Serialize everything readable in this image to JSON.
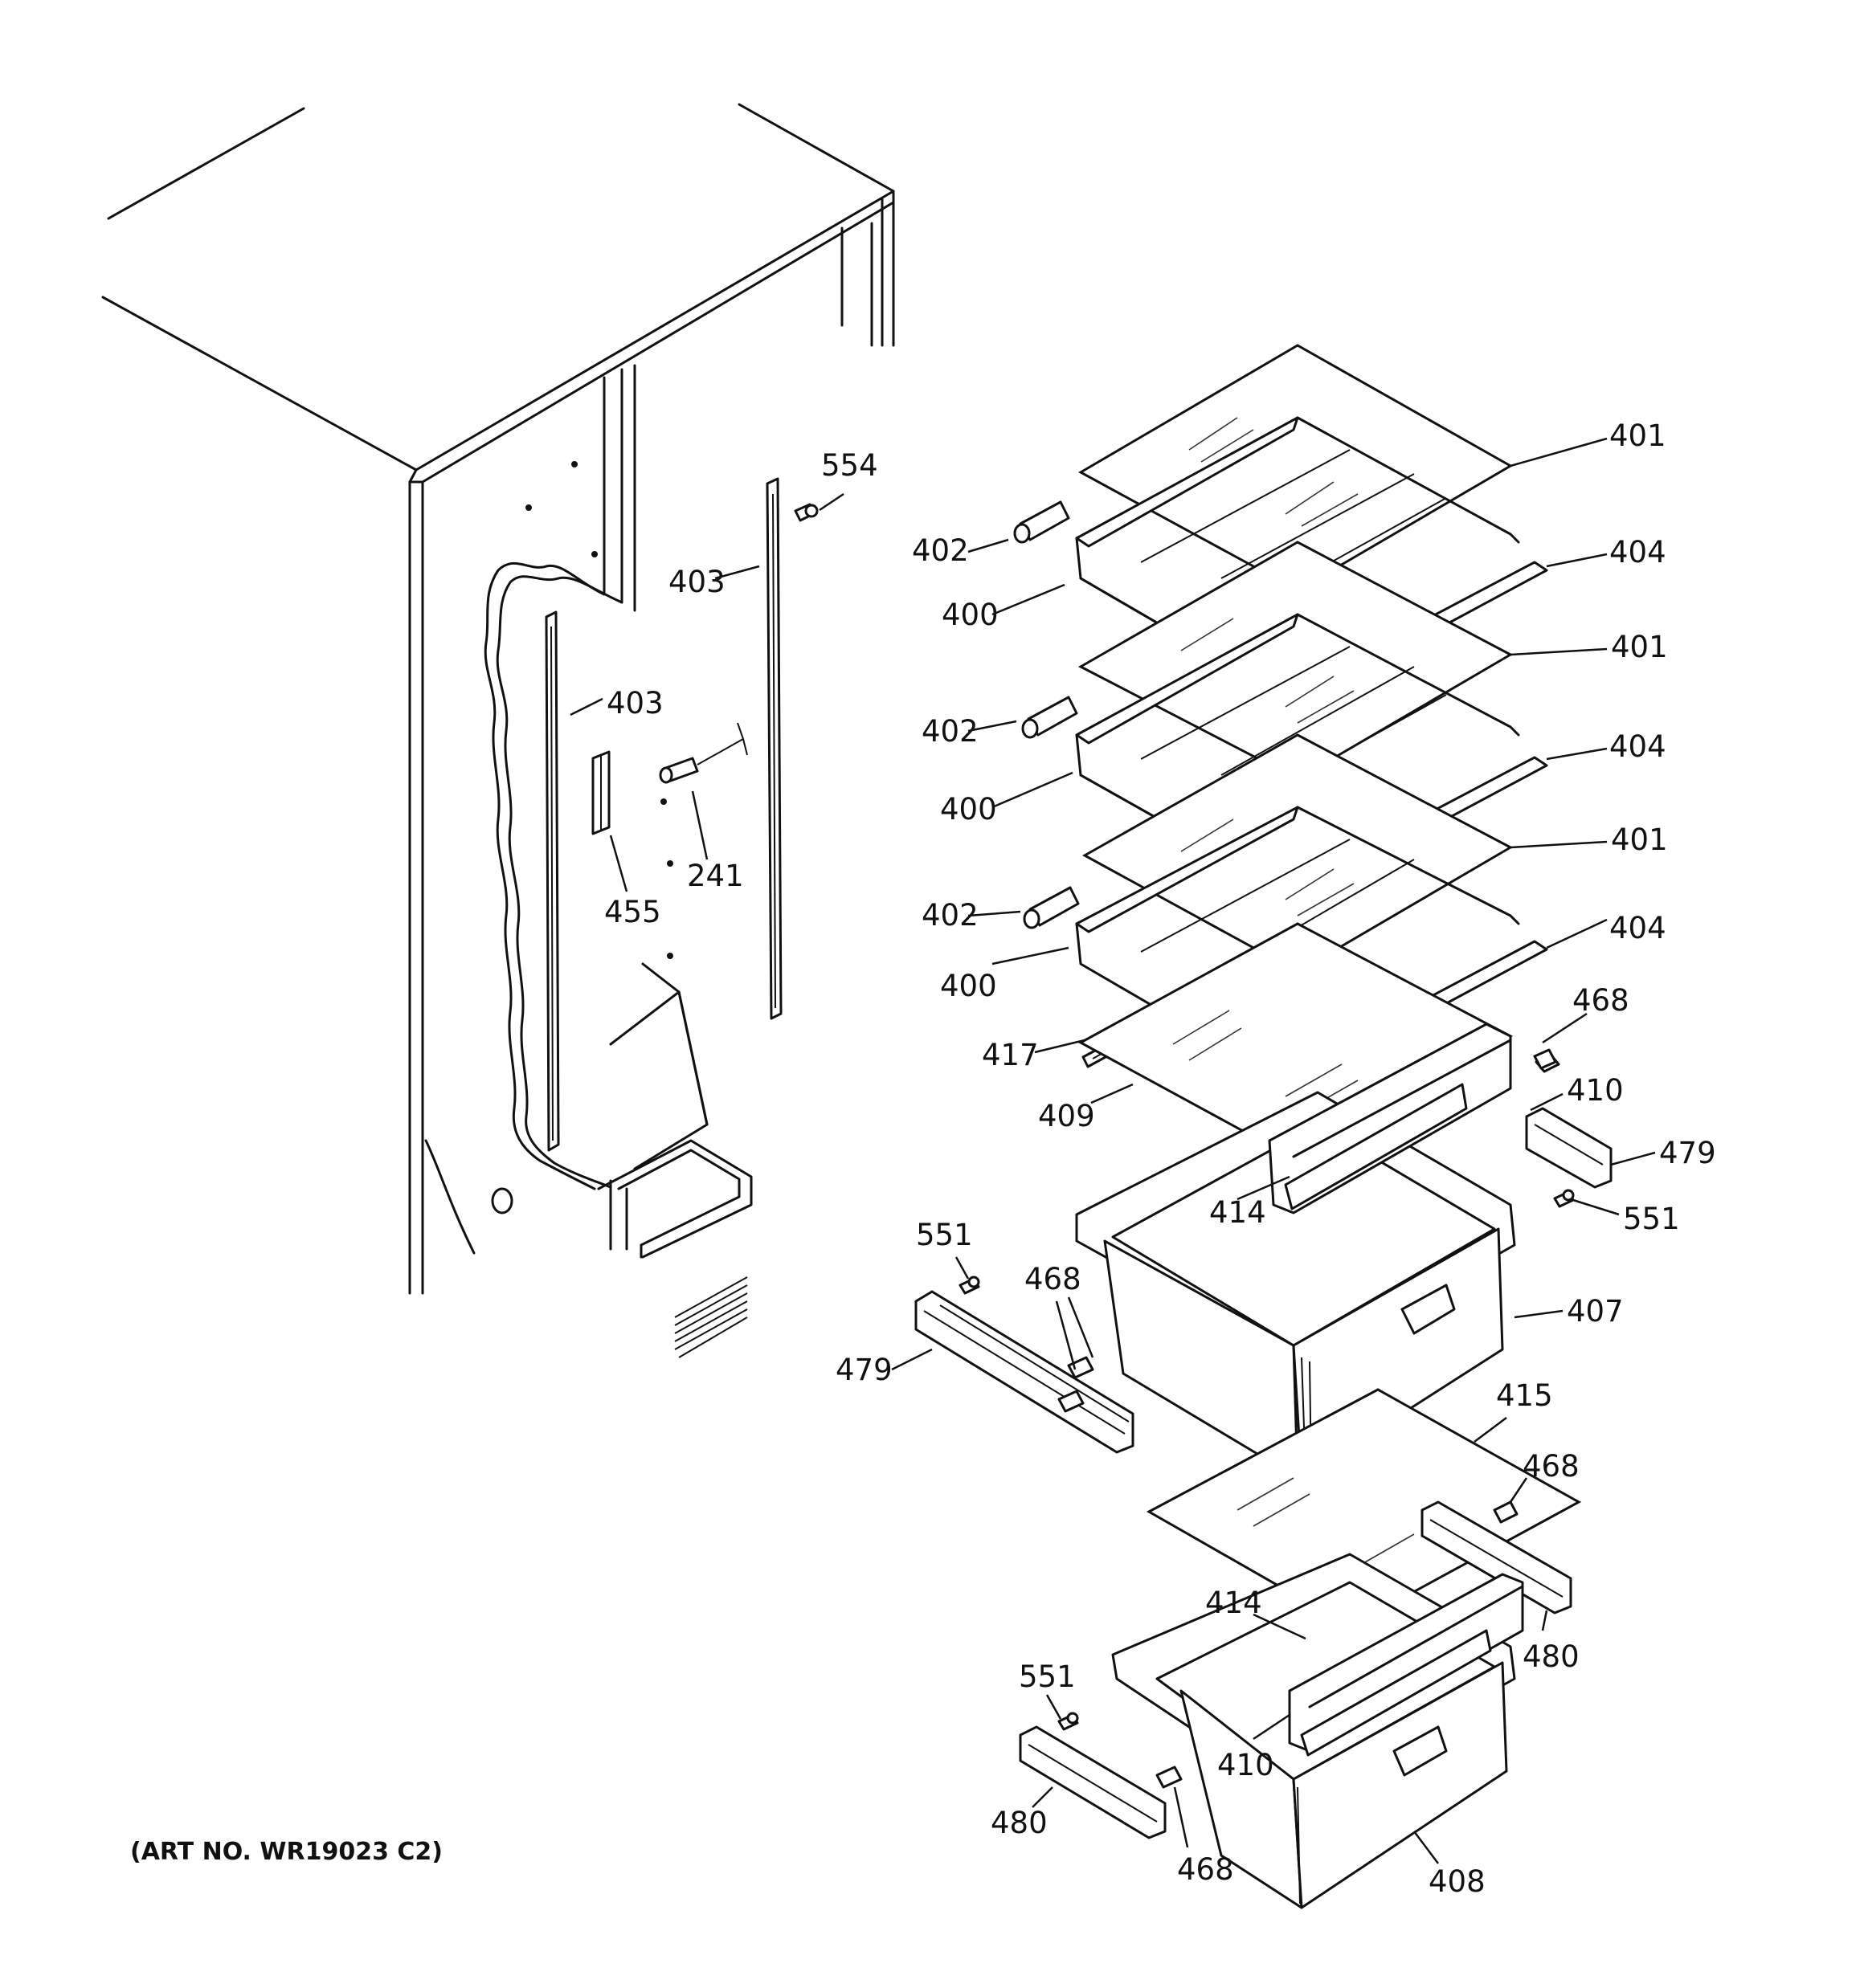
{
  "art_number": "(ART NO. WR19023 C2)",
  "callouts": {
    "c401a": "401",
    "c402a": "402",
    "c404a": "404",
    "c400a": "400",
    "c401b": "401",
    "c402b": "402",
    "c404b": "404",
    "c400b": "400",
    "c401c": "401",
    "c402c": "402",
    "c404c": "404",
    "c400c": "400",
    "c554": "554",
    "c403a": "403",
    "c403b": "403",
    "c241": "241",
    "c455": "455",
    "c468a": "468",
    "c417": "417",
    "c409": "409",
    "c410a": "410",
    "c479a": "479",
    "c414a": "414",
    "c551a": "551",
    "c551b": "551",
    "c468b": "468",
    "c479b": "479",
    "c407": "407",
    "c415": "415",
    "c468c": "468",
    "c414b": "414",
    "c480a": "480",
    "c551c": "551",
    "c410b": "410",
    "c480b": "480",
    "c468d": "468",
    "c408": "408"
  }
}
